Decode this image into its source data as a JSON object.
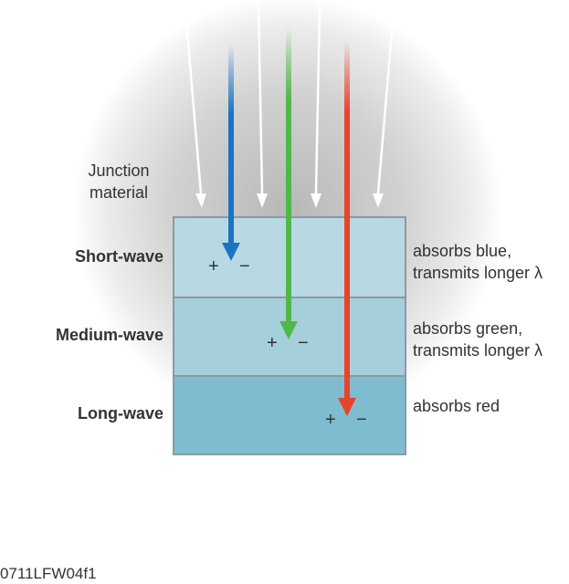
{
  "labels": {
    "junction_line1": "Junction",
    "junction_line2": "material",
    "figure_id": "0711LFW04f1"
  },
  "layers": [
    {
      "name": "Short-wave",
      "desc_line1": "absorbs blue,",
      "desc_line2": "transmits longer λ",
      "color": "#b8d9e4"
    },
    {
      "name": "Medium-wave",
      "desc_line1": "absorbs green,",
      "desc_line2": "transmits longer λ",
      "color": "#a6cfdc"
    },
    {
      "name": "Long-wave",
      "desc_line1": "absorbs red",
      "desc_line2": "",
      "color": "#7fbccf"
    }
  ],
  "signs": {
    "plus": "+",
    "minus": "−"
  },
  "arrows": {
    "blue": "#1a73c4",
    "green": "#4fb848",
    "red": "#e8432c",
    "white": "#ffffff"
  }
}
